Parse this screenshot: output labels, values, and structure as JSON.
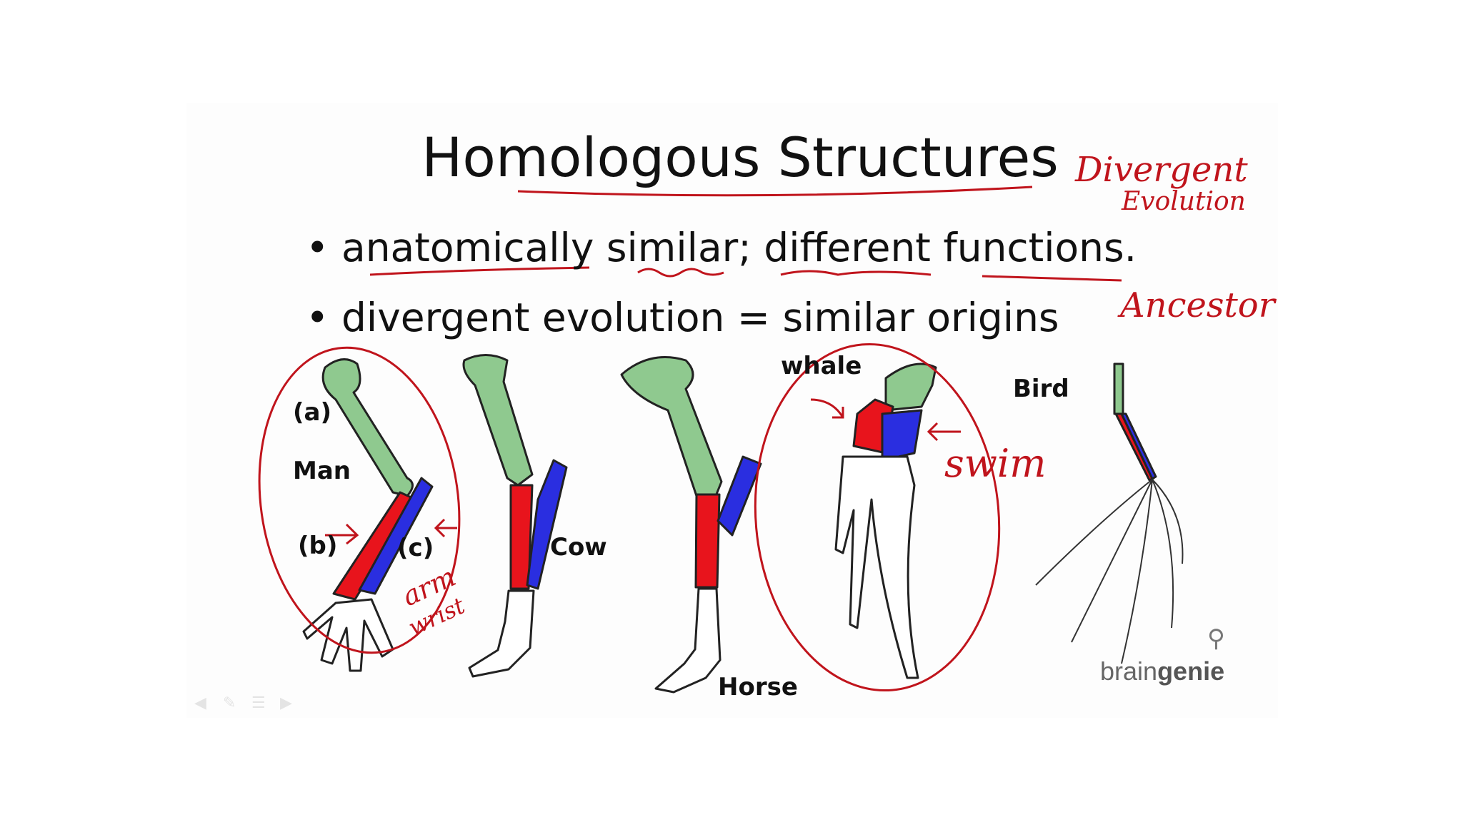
{
  "slide": {
    "title": "Homologous Structures",
    "bullets": [
      {
        "symbol": "•",
        "text": "anatomically similar; different functions."
      },
      {
        "symbol": "•",
        "text": "divergent evolution = similar origins"
      }
    ],
    "labels": {
      "a": "(a)",
      "man": "Man",
      "b": "(b)",
      "c": "(c)",
      "cow": "Cow",
      "horse": "Horse",
      "whale": "whale",
      "bird": "Bird"
    },
    "bone_colors": {
      "humerus": "#8fc98f",
      "radius": "#e8141c",
      "ulna": "#2a2ee0"
    },
    "annotations": {
      "color": "#c0141c",
      "divergent": "Divergent",
      "evolution": "Evolution",
      "ancestor": "Ancestor",
      "swim": "swim",
      "arm": "arm",
      "wrist": "wrist"
    },
    "logo": {
      "light": "brain",
      "bold": "genie",
      "icon": "lightbulb-head-icon"
    },
    "controls": [
      "back-icon",
      "pen-icon",
      "menu-icon",
      "forward-icon"
    ]
  }
}
